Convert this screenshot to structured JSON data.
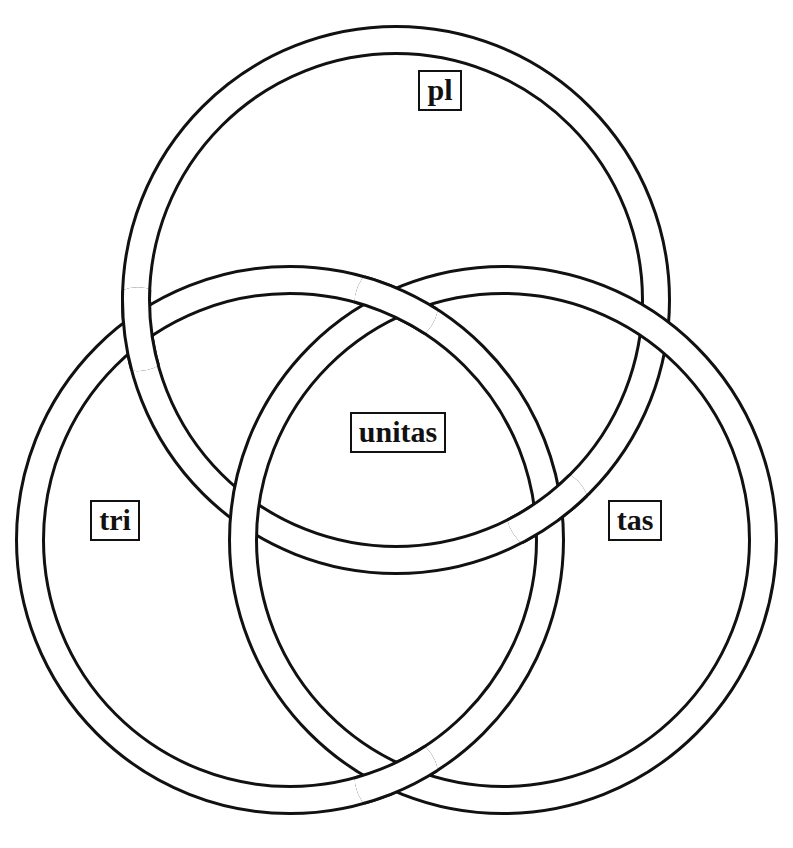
{
  "diagram": {
    "nodes": [
      {
        "text": [
          "pl"
        ]
      },
      {
        "text": [
          "unitas"
        ]
      },
      {
        "text": [
          "tri"
        ]
      },
      {
        "text": [
          "tas"
        ]
      }
    ]
  }
}
